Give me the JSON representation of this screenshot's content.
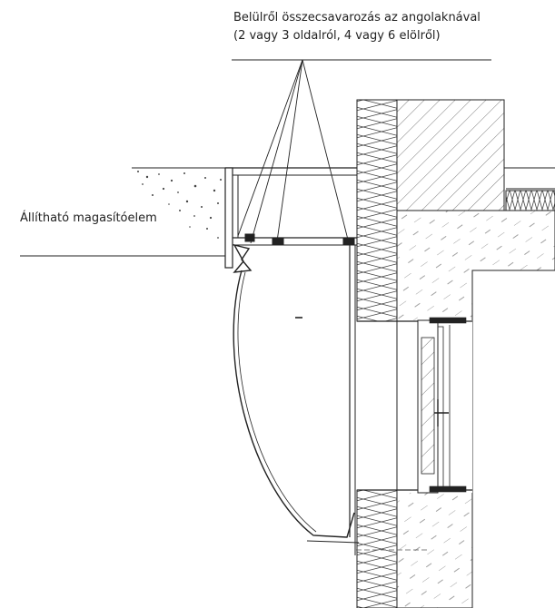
{
  "annotations": {
    "screw_line1": "Belülről összecsavarozás az angolaknával",
    "screw_line2": "(2 vagy 3 oldalról, 4 vagy 6 elölről)",
    "riser": "Állítható magasítóelem"
  },
  "colors": {
    "line": "#222222",
    "hatch": "#555555"
  }
}
